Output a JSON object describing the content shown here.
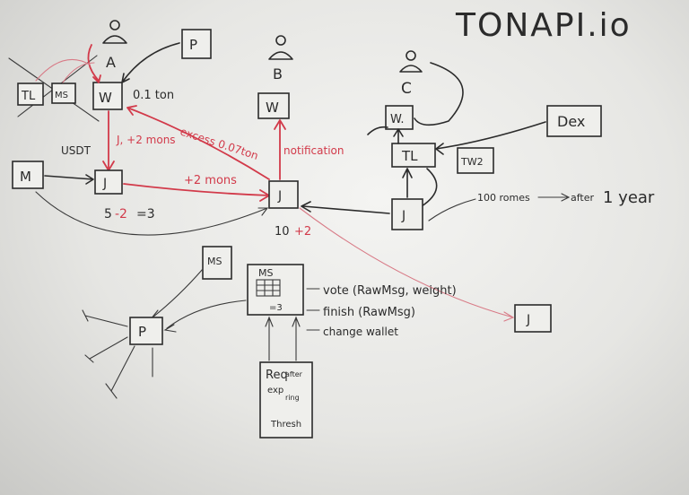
{
  "title": "TONAPI.io",
  "colors": {
    "ink": "#2b2b2b",
    "red_marker": "#d23a4a",
    "board": "#efefec"
  },
  "users": {
    "a": "A",
    "b": "B",
    "c": "C"
  },
  "nodes": {
    "wallet_a": "W",
    "wallet_b": "W",
    "wallet_c": "W.",
    "p": "P",
    "tl_left": "TL",
    "ms_small": "MS",
    "m": "M",
    "j_left": "J",
    "j_center": "J",
    "j_right": "J",
    "j_far": "J",
    "tl_right": "TL",
    "tw2": "TW2",
    "dex": "Dex",
    "ms_mid": "MS",
    "ms_big": "MS",
    "p_bottom": "P"
  },
  "labels": {
    "ton_amount": "0.1 ton",
    "usdt": "USDT",
    "jetton_transfer": "J, +2 mons",
    "plus_two": "+2 mons",
    "excess": "excess 0.07ton",
    "notification": "notification",
    "calc_base": "5",
    "calc_minus": "-2",
    "calc_result": "=3",
    "center_base": "10",
    "center_plus": "+2",
    "lock_amount": "100 romes",
    "lock_after": "after",
    "lock_term": "1 year",
    "ms_count": "=3",
    "vote": "vote (RawMsg, weight)",
    "finish": "finish (RawMsg)",
    "change_wallet": "change wallet",
    "note_1": "Req",
    "note_2": "after",
    "note_3": "exp",
    "note_4": "ring",
    "note_5": "Thresh"
  }
}
